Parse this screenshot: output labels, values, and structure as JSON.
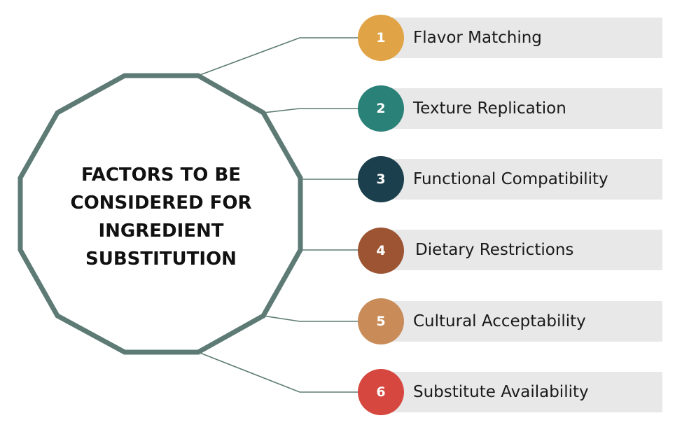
{
  "title_lines": [
    "FACTORS TO BE",
    "CONSIDERED FOR",
    "INGREDIENT",
    "SUBSTITUTION"
  ],
  "outline_color": "#5d7b74",
  "factors": [
    {
      "number": "1",
      "label": "Flavor Matching",
      "color": "#e0a345"
    },
    {
      "number": "2",
      "label": "Texture Replication",
      "color": "#2a8177"
    },
    {
      "number": "3",
      "label": "Functional Compatibility",
      "color": "#1b3f4c"
    },
    {
      "number": "4",
      "label": "Dietary Restrictions",
      "color": "#9c5433"
    },
    {
      "number": "5",
      "label": "Cultural Acceptability",
      "color": "#c98c59"
    },
    {
      "number": "6",
      "label": "Substitute Availability",
      "color": "#d6483f"
    }
  ]
}
